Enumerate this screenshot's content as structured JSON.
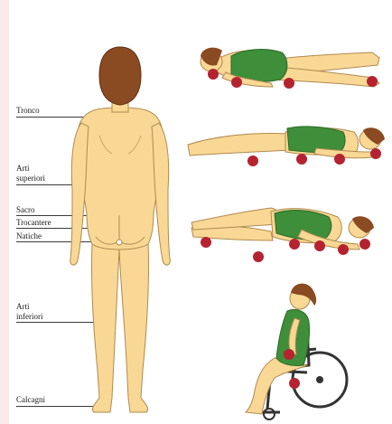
{
  "labels": {
    "tronco": "Tronco",
    "arti_superiori": [
      "Arti",
      "superiori"
    ],
    "sacro": "Sacro",
    "trocantere": "Trocantere",
    "natiche": "Natiche",
    "arti_inferiori": [
      "Arti",
      "inferiori"
    ],
    "calcagni": "Calcagni"
  },
  "colors": {
    "skin": "#f8d894",
    "skin_outline": "#b08a50",
    "hair": "#8a4a22",
    "swimsuit": "#3f8e3a",
    "pressure_point": "#b52330",
    "wheelchair": "#333333"
  }
}
